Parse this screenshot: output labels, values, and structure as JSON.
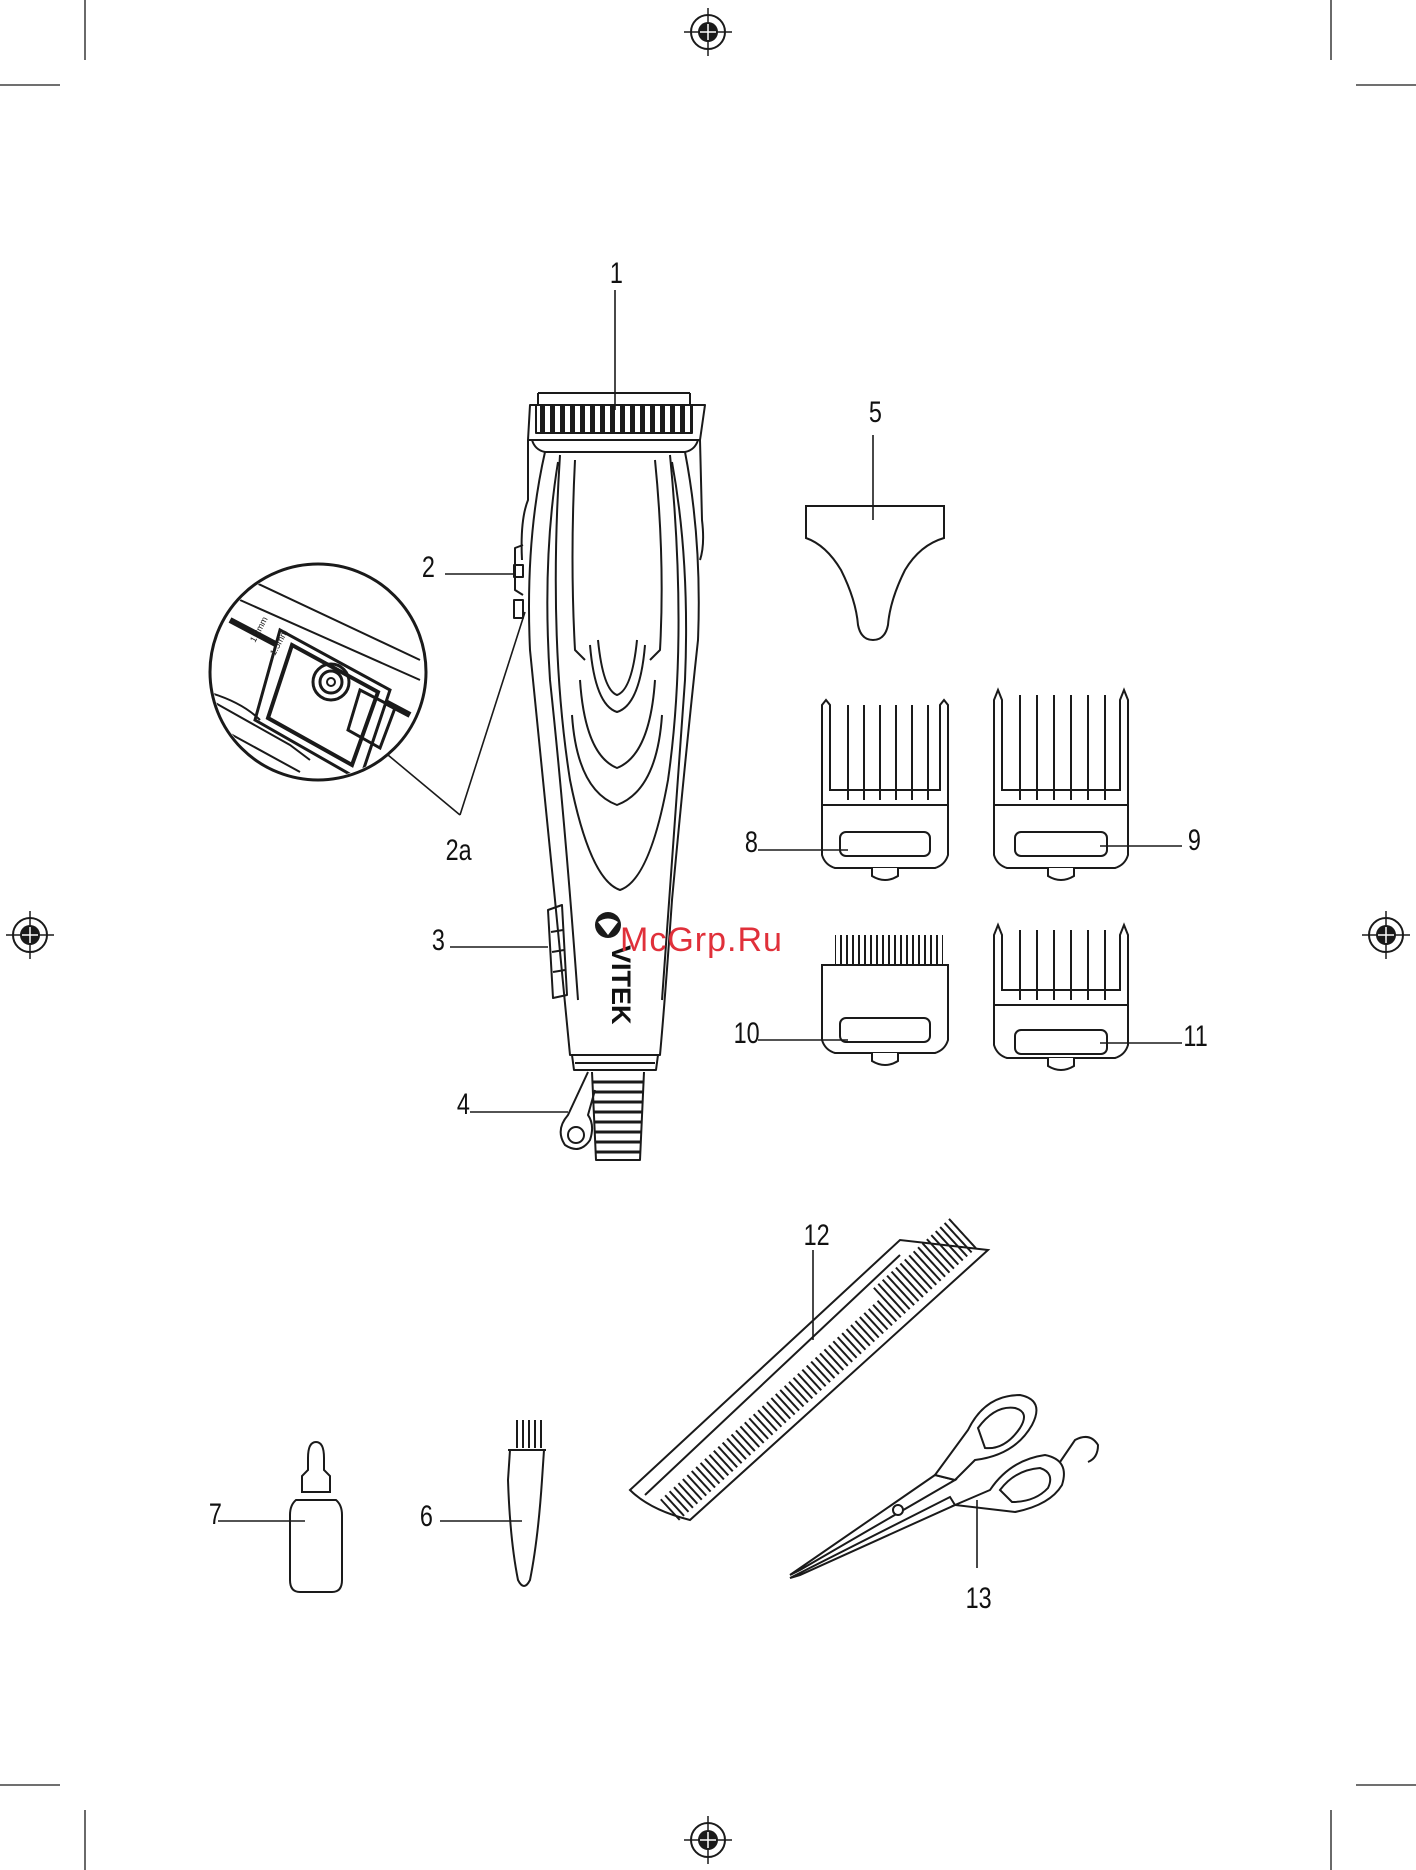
{
  "figure": {
    "labels": {
      "l1": "1",
      "l2": "2",
      "l2a": "2a",
      "l3": "3",
      "l4": "4",
      "l5": "5",
      "l6": "6",
      "l7": "7",
      "l8": "8",
      "l9": "9",
      "l10": "10",
      "l11": "11",
      "l12": "12",
      "l13": "13"
    },
    "brand": "VITEK",
    "inset_marks": [
      "1.2mm",
      "1.5mm"
    ],
    "watermark": "McGrp.Ru"
  },
  "colors": {
    "line": "#1a1a1a",
    "watermark": "#e0303a",
    "background": "#ffffff"
  }
}
